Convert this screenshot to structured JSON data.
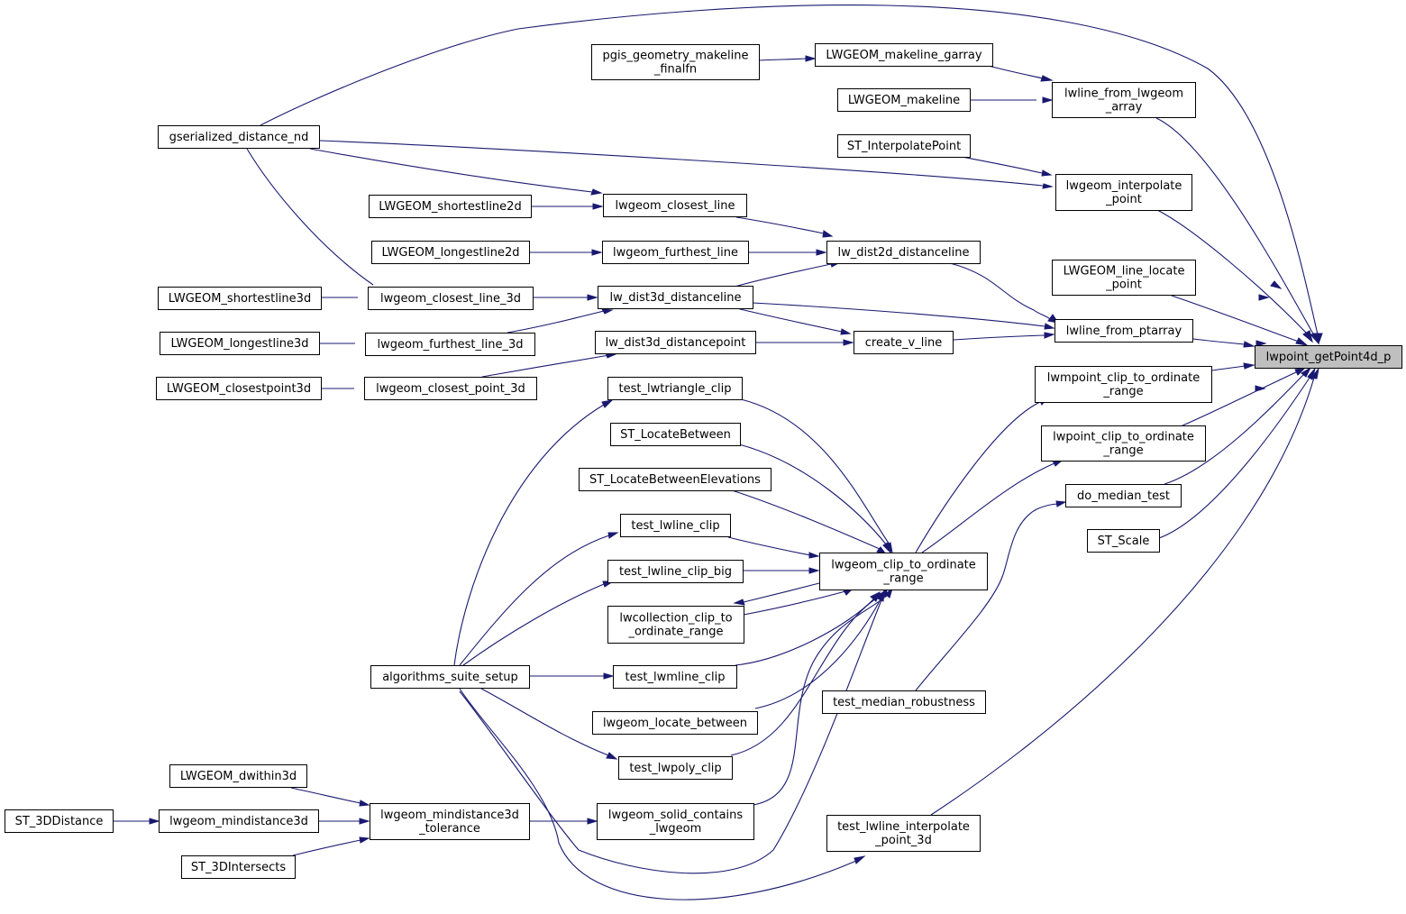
{
  "graph": {
    "target": "n_target",
    "nodes": [
      {
        "id": "n_target",
        "lines": [
          "lwpoint_getPoint4d_p"
        ],
        "target": true
      },
      {
        "id": "n_gsdist",
        "lines": [
          "gserialized_distance_nd"
        ]
      },
      {
        "id": "n_pgisfin",
        "lines": [
          "pgis_geometry_makeline",
          "_finalfn"
        ]
      },
      {
        "id": "n_mlgarray",
        "lines": [
          "LWGEOM_makeline_garray"
        ]
      },
      {
        "id": "n_mkline",
        "lines": [
          "LWGEOM_makeline"
        ]
      },
      {
        "id": "n_lwline_lwgeom",
        "lines": [
          "lwline_from_lwgeom",
          "_array"
        ]
      },
      {
        "id": "n_st_interp",
        "lines": [
          "ST_InterpolatePoint"
        ]
      },
      {
        "id": "n_lwgeom_interp",
        "lines": [
          "lwgeom_interpolate",
          "_point"
        ]
      },
      {
        "id": "n_short2d",
        "lines": [
          "LWGEOM_shortestline2d"
        ]
      },
      {
        "id": "n_closest_line",
        "lines": [
          "lwgeom_closest_line"
        ]
      },
      {
        "id": "n_long2d",
        "lines": [
          "LWGEOM_longestline2d"
        ]
      },
      {
        "id": "n_furthest_line",
        "lines": [
          "lwgeom_furthest_line"
        ]
      },
      {
        "id": "n_dist2dline",
        "lines": [
          "lw_dist2d_distanceline"
        ]
      },
      {
        "id": "n_linelocate",
        "lines": [
          "LWGEOM_line_locate",
          "_point"
        ]
      },
      {
        "id": "n_short3d",
        "lines": [
          "LWGEOM_shortestline3d"
        ]
      },
      {
        "id": "n_closest3d",
        "lines": [
          "lwgeom_closest_line_3d"
        ]
      },
      {
        "id": "n_dist3dline",
        "lines": [
          "lw_dist3d_distanceline"
        ]
      },
      {
        "id": "n_fromptarray",
        "lines": [
          "lwline_from_ptarray"
        ]
      },
      {
        "id": "n_long3d",
        "lines": [
          "LWGEOM_longestline3d"
        ]
      },
      {
        "id": "n_furthest3d",
        "lines": [
          "lwgeom_furthest_line_3d"
        ]
      },
      {
        "id": "n_dist3dpoint",
        "lines": [
          "lw_dist3d_distancepoint"
        ]
      },
      {
        "id": "n_create_v",
        "lines": [
          "create_v_line"
        ]
      },
      {
        "id": "n_closestpt3d",
        "lines": [
          "LWGEOM_closestpoint3d"
        ]
      },
      {
        "id": "n_closestpoint3d",
        "lines": [
          "lwgeom_closest_point_3d"
        ]
      },
      {
        "id": "n_t_tri",
        "lines": [
          "test_lwtriangle_clip"
        ]
      },
      {
        "id": "n_mpclip",
        "lines": [
          "lwmpoint_clip_to_ordinate",
          "_range"
        ]
      },
      {
        "id": "n_st_locbetween",
        "lines": [
          "ST_LocateBetween"
        ]
      },
      {
        "id": "n_ptclip",
        "lines": [
          "lwpoint_clip_to_ordinate",
          "_range"
        ]
      },
      {
        "id": "n_st_locelev",
        "lines": [
          "ST_LocateBetweenElevations"
        ]
      },
      {
        "id": "n_median",
        "lines": [
          "do_median_test"
        ]
      },
      {
        "id": "n_t_line",
        "lines": [
          "test_lwline_clip"
        ]
      },
      {
        "id": "n_scale",
        "lines": [
          "ST_Scale"
        ]
      },
      {
        "id": "n_geomclip",
        "lines": [
          "lwgeom_clip_to_ordinate",
          "_range"
        ]
      },
      {
        "id": "n_t_linebig",
        "lines": [
          "test_lwline_clip_big"
        ]
      },
      {
        "id": "n_collclip",
        "lines": [
          "lwcollection_clip_to",
          "_ordinate_range"
        ]
      },
      {
        "id": "n_algo",
        "lines": [
          "algorithms_suite_setup"
        ]
      },
      {
        "id": "n_t_mline",
        "lines": [
          "test_lwmline_clip"
        ]
      },
      {
        "id": "n_robust",
        "lines": [
          "test_median_robustness"
        ]
      },
      {
        "id": "n_locbetween",
        "lines": [
          "lwgeom_locate_between"
        ]
      },
      {
        "id": "n_t_poly",
        "lines": [
          "test_lwpoly_clip"
        ]
      },
      {
        "id": "n_dwithin3d",
        "lines": [
          "LWGEOM_dwithin3d"
        ]
      },
      {
        "id": "n_st3ddist",
        "lines": [
          "ST_3DDistance"
        ]
      },
      {
        "id": "n_mind3d",
        "lines": [
          "lwgeom_mindistance3d"
        ]
      },
      {
        "id": "n_mind3dtol",
        "lines": [
          "lwgeom_mindistance3d",
          "_tolerance"
        ]
      },
      {
        "id": "n_solid",
        "lines": [
          "lwgeom_solid_contains",
          "_lwgeom"
        ]
      },
      {
        "id": "n_t_interp3d",
        "lines": [
          "test_lwline_interpolate",
          "_point_3d"
        ]
      },
      {
        "id": "n_st3dint",
        "lines": [
          "ST_3DIntersects"
        ]
      }
    ]
  }
}
